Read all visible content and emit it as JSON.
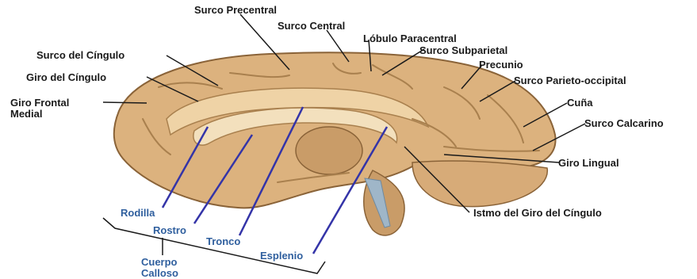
{
  "colors": {
    "brain": "#dcb27e",
    "brain_light": "#efd3a6",
    "sulcus": "#a9804e",
    "leader_black": "#1a1a1a",
    "leader_blue": "#3434a8",
    "label_blue": "#2f5f9e"
  },
  "labels": {
    "surco_precentral": "Surco Precentral",
    "surco_central": "Surco Central",
    "lobulo_paracentral": "Lóbulo Paracentral",
    "surco_subparietal": "Surco Subparietal",
    "precunio": "Precunio",
    "surco_parieto_occipital": "Surco Parieto-occipital",
    "cuna": "Cuña",
    "surco_calcarino": "Surco Calcarino",
    "giro_lingual": "Giro Lingual",
    "istmo": "Istmo del Giro del Cíngulo",
    "surco_cingulo": "Surco del Cíngulo",
    "giro_cingulo": "Giro del Cíngulo",
    "giro_frontal_1": "Giro Frontal",
    "giro_frontal_2": "Medial",
    "rodilla": "Rodilla",
    "rostro": "Rostro",
    "tronco": "Tronco",
    "esplenio": "Esplenio",
    "cuerpo": "Cuerpo",
    "calloso": "Calloso"
  }
}
